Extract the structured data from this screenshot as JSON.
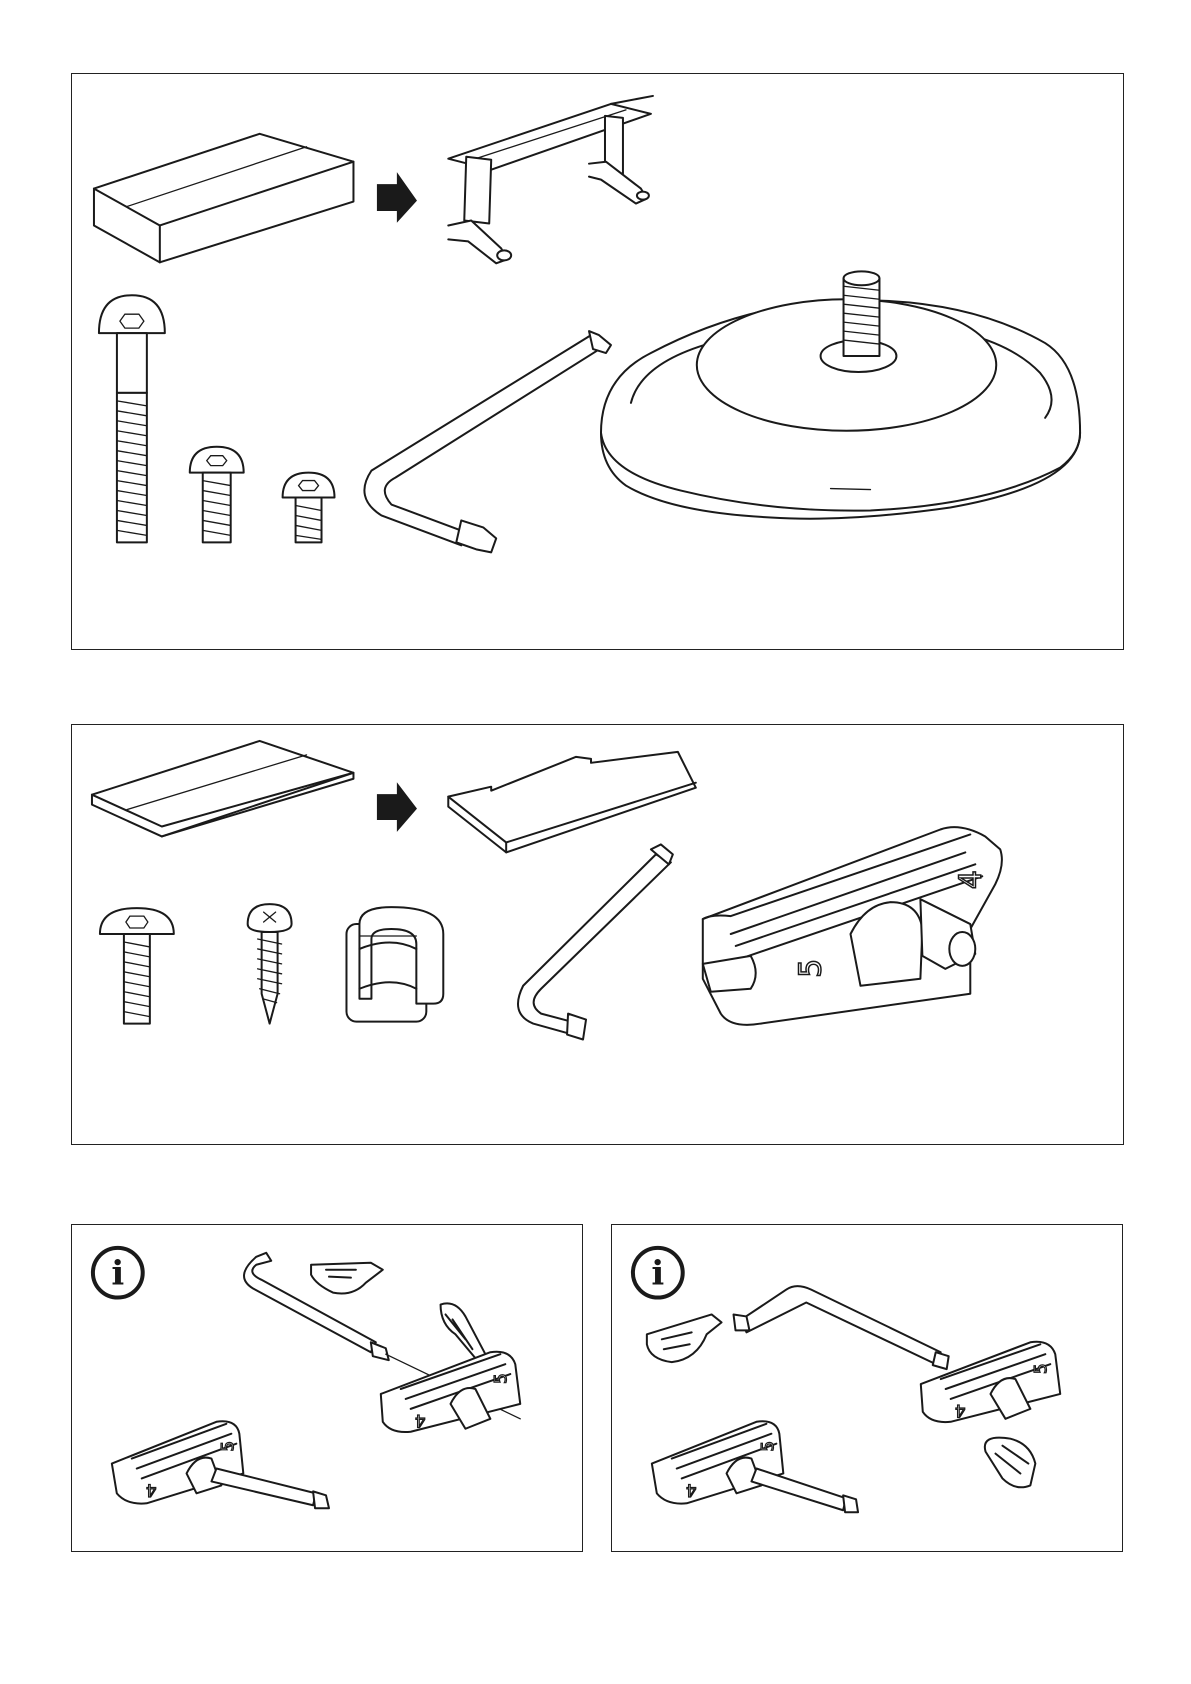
{
  "panels": [
    {
      "name": "panel-frame-parts",
      "items": [
        "packed-frame-box",
        "desk-frame",
        "long-screw",
        "medium-screw",
        "short-screw",
        "allen-key-long",
        "round-base-with-threaded-rod"
      ]
    },
    {
      "name": "panel-tabletop-parts",
      "items": [
        "packed-tabletop",
        "tabletop-board",
        "screw",
        "wood-screw",
        "cable-clip",
        "allen-key",
        "connector-block"
      ]
    },
    {
      "name": "panel-info-left",
      "items": [
        "info-icon",
        "allen-key",
        "pointing-hand",
        "connector-block",
        "connector-block"
      ]
    },
    {
      "name": "panel-info-right",
      "items": [
        "info-icon",
        "allen-key",
        "pointing-hand",
        "connector-block",
        "connector-block"
      ]
    }
  ],
  "labels": {
    "connector_large_front": "5",
    "connector_large_side": "4",
    "connector_small_a": "5",
    "connector_small_b": "4",
    "info_glyph": "i"
  },
  "colors": {
    "line": "#1a1a1a",
    "background": "#ffffff"
  }
}
